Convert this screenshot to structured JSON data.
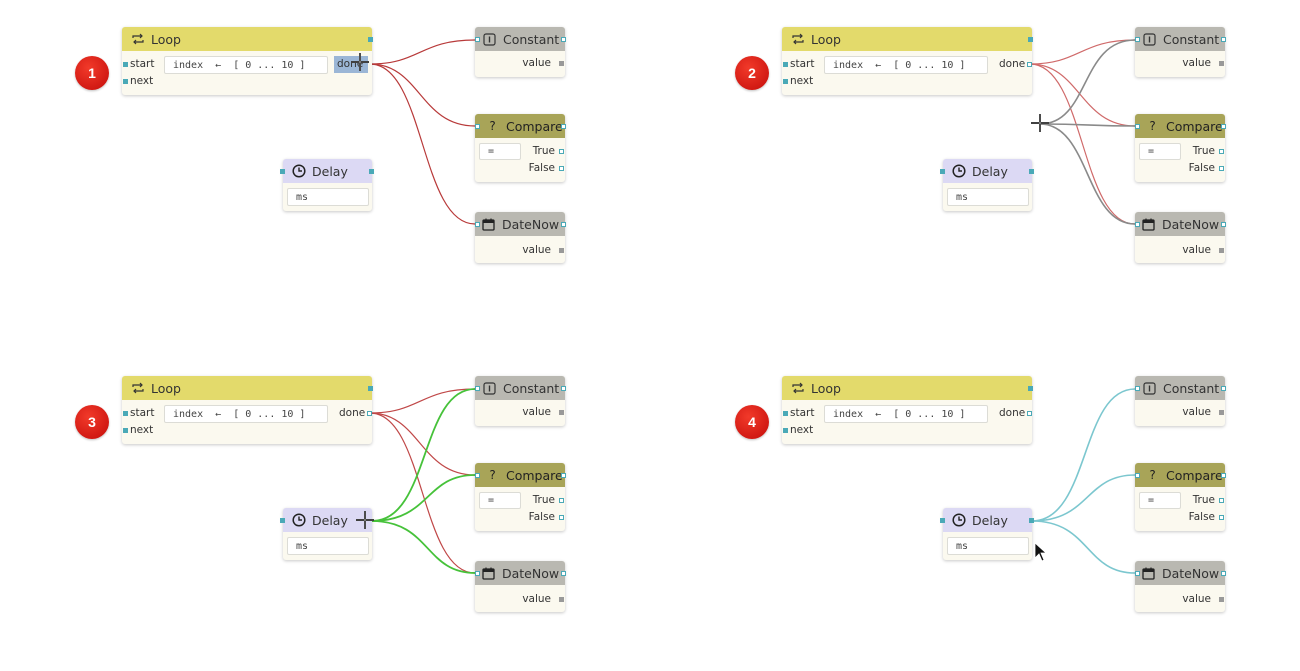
{
  "panels": [
    {
      "step": "1"
    },
    {
      "step": "2"
    },
    {
      "step": "3"
    },
    {
      "step": "4"
    }
  ],
  "nodes": {
    "loop": {
      "title": "Loop",
      "start": "start",
      "next": "next",
      "index_expr": "index  ←  [ 0 ... 10 ]",
      "done": "done"
    },
    "constant": {
      "title": "Constant",
      "value": "value"
    },
    "compare": {
      "title": "Compare",
      "operator": "=",
      "true_label": "True",
      "false_label": "False"
    },
    "delay": {
      "title": "Delay",
      "placeholder": "ms"
    },
    "datenow": {
      "title": "DateNow",
      "value": "value"
    }
  },
  "wire_colors": {
    "panel1": "#b83a3a",
    "panel2_red": "#d06a6a",
    "panel2_grey": "#8a8a8a",
    "panel3_red": "#c04848",
    "panel3_green": "#46c23a",
    "panel4": "#7cc7cf"
  },
  "icons": {
    "loop": "repeat-icon",
    "constant": "constant-icon",
    "compare": "question-icon",
    "delay": "clock-icon",
    "datenow": "calendar-icon",
    "cursor": "crosshair-icon",
    "pointer": "arrow-pointer-icon"
  }
}
